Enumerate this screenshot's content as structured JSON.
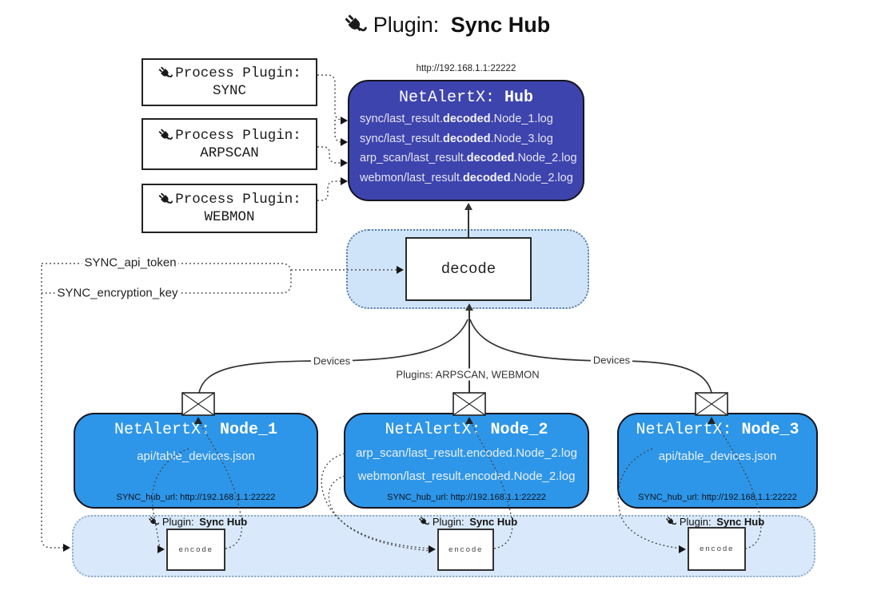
{
  "title": {
    "prefix": "Plugin: ",
    "name": "Sync Hub"
  },
  "hub": {
    "url": "http://192.168.1.1:22222",
    "title_prefix": "NetAlertX: ",
    "title_name": "Hub",
    "lines": [
      {
        "pre": "sync/last_result.",
        "bold": "decoded",
        "post": ".Node_1.log"
      },
      {
        "pre": "sync/last_result.",
        "bold": "decoded",
        "post": ".Node_3.log"
      },
      {
        "pre": "arp_scan/last_result.",
        "bold": "decoded",
        "post": ".Node_2.log"
      },
      {
        "pre": "webmon/last_result.",
        "bold": "decoded",
        "post": ".Node_2.log"
      }
    ]
  },
  "process_plugins": [
    {
      "label": "Process Plugin:",
      "name": "SYNC"
    },
    {
      "label": "Process Plugin:",
      "name": "ARPSCAN"
    },
    {
      "label": "Process Plugin:",
      "name": "WEBMON"
    }
  ],
  "decode": {
    "label": "decode"
  },
  "config": {
    "api_token": "SYNC_api_token",
    "encryption_key": "SYNC_encryption_key"
  },
  "edges": {
    "devices_left": "Devices",
    "devices_right": "Devices",
    "plugins_mid": "Plugins: ARPSCAN, WEBMON"
  },
  "nodes": [
    {
      "title_prefix": "NetAlertX: ",
      "title_name": "Node_1",
      "lines": [
        "api/table_devices.json"
      ],
      "hub_url": "SYNC_hub_url: http://192.168.1.1:22222"
    },
    {
      "title_prefix": "NetAlertX: ",
      "title_name": "Node_2",
      "lines": [
        "arp_scan/last_result.encoded.Node_2.log",
        "webmon/last_result.encoded.Node_2.log"
      ],
      "hub_url": "SYNC_hub_url: http://192.168.1.1:22222"
    },
    {
      "title_prefix": "NetAlertX: ",
      "title_name": "Node_3",
      "lines": [
        "api/table_devices.json"
      ],
      "hub_url": "SYNC_hub_url: http://192.168.1.1:22222"
    }
  ],
  "sync_strip": {
    "plugin_label_prefix": "Plugin: ",
    "plugin_label_name": "Sync Hub",
    "encode_label": "encode"
  },
  "colors": {
    "hub_fill": "#3e44ad",
    "node_fill": "#2e96e8",
    "decode_panel_fill": "#cfe4f8",
    "sync_strip_fill": "#d9e9fb",
    "line_color": "#333333"
  }
}
